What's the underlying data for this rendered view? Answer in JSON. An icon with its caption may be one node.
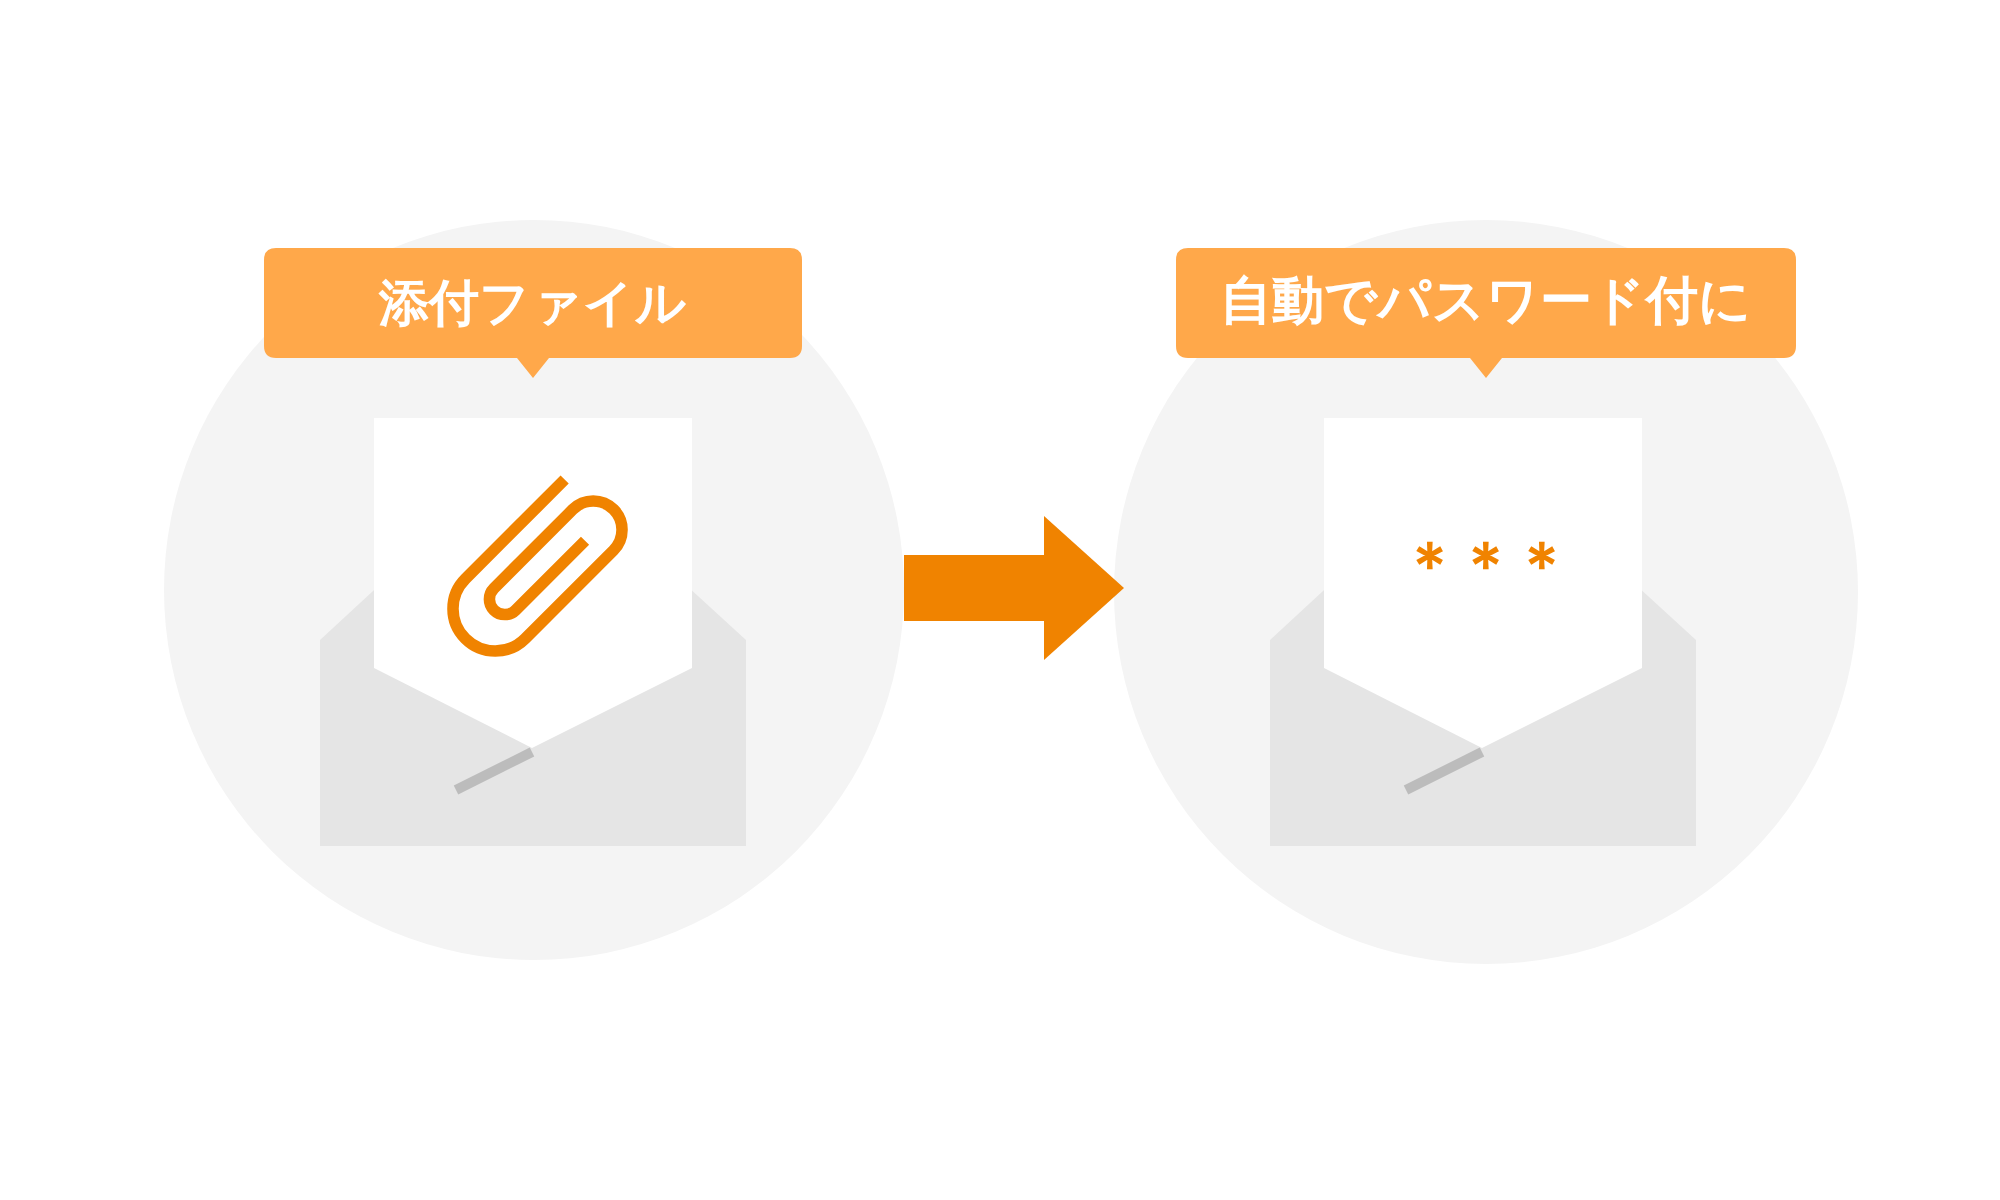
{
  "diagram": {
    "nodes": [
      {
        "text": [
          "添付ファイル"
        ]
      },
      {
        "text": [
          "自動でパスワード付に",
          "＊＊＊"
        ]
      }
    ],
    "edges": [
      {
        "from": 0,
        "to": 1,
        "arrow": "to"
      }
    ]
  }
}
